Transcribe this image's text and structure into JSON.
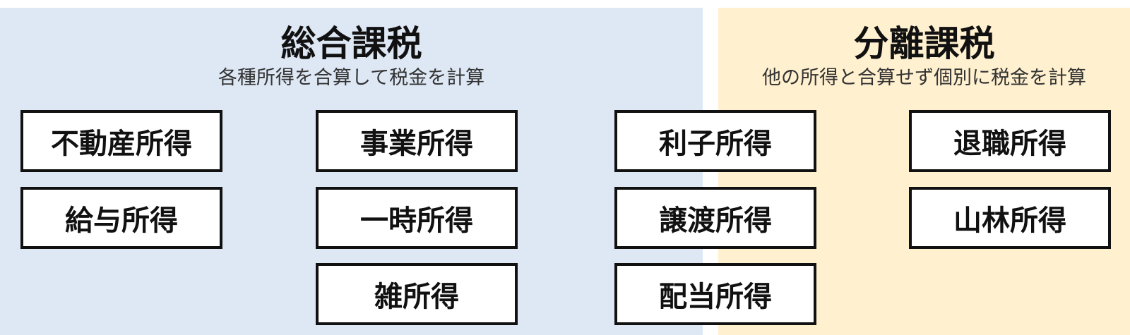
{
  "sogo": {
    "title": "総合課税",
    "subtitle": "各種所得を合算して税金を計算"
  },
  "bunri": {
    "title": "分離課税",
    "subtitle": "他の所得と合算せず個別に税金を計算"
  },
  "boxes": [
    "不動産所得",
    "給与所得",
    "事業所得",
    "一時所得",
    "雑所得",
    "利子所得",
    "譲渡所得",
    "配当所得",
    "退職所得",
    "山林所得"
  ],
  "colors": {
    "sogo_bg": "#dee8f5",
    "bunri_bg": "#fff0cf"
  }
}
